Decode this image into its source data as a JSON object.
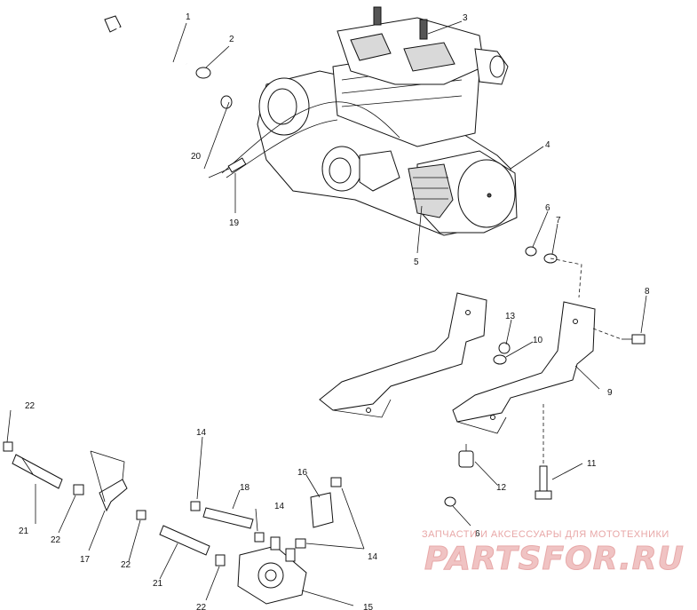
{
  "callouts": [
    {
      "id": "c1",
      "text": "1"
    },
    {
      "id": "c2",
      "text": "2"
    },
    {
      "id": "c3",
      "text": "3"
    },
    {
      "id": "c4",
      "text": "4"
    },
    {
      "id": "c5",
      "text": "5"
    },
    {
      "id": "c6a",
      "text": "6"
    },
    {
      "id": "c7",
      "text": "7"
    },
    {
      "id": "c8",
      "text": "8"
    },
    {
      "id": "c9",
      "text": "9"
    },
    {
      "id": "c10",
      "text": "10"
    },
    {
      "id": "c11",
      "text": "11"
    },
    {
      "id": "c12",
      "text": "12"
    },
    {
      "id": "c13",
      "text": "13"
    },
    {
      "id": "c14a",
      "text": "14"
    },
    {
      "id": "c14b",
      "text": "14"
    },
    {
      "id": "c14c",
      "text": "14"
    },
    {
      "id": "c15",
      "text": "15"
    },
    {
      "id": "c16",
      "text": "16"
    },
    {
      "id": "c17",
      "text": "17"
    },
    {
      "id": "c18",
      "text": "18"
    },
    {
      "id": "c19",
      "text": "19"
    },
    {
      "id": "c20",
      "text": "20"
    },
    {
      "id": "c21a",
      "text": "21"
    },
    {
      "id": "c21b",
      "text": "21"
    },
    {
      "id": "c22a",
      "text": "22"
    },
    {
      "id": "c22b",
      "text": "22"
    },
    {
      "id": "c22c",
      "text": "22"
    },
    {
      "id": "c22d",
      "text": "22"
    },
    {
      "id": "c6b",
      "text": "6"
    }
  ],
  "watermark": {
    "tagline": "ЗАПЧАСТИ И АКСЕССУАРЫ ДЛЯ МОТОТЕХНИКИ",
    "brand": "PARTSFOR.RU"
  },
  "colors": {
    "line": "#111111",
    "watermark": "#e8a7a7"
  }
}
